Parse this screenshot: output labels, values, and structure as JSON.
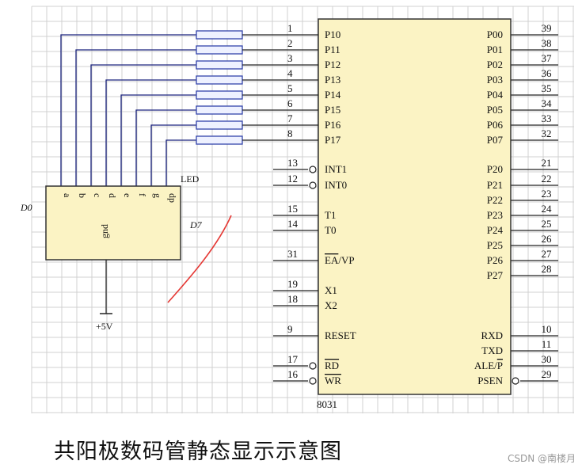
{
  "chip": {
    "part": "8031",
    "left_pins": [
      {
        "num": "1",
        "name": "P10"
      },
      {
        "num": "2",
        "name": "P11"
      },
      {
        "num": "3",
        "name": "P12"
      },
      {
        "num": "4",
        "name": "P13"
      },
      {
        "num": "5",
        "name": "P14"
      },
      {
        "num": "6",
        "name": "P15"
      },
      {
        "num": "7",
        "name": "P16"
      },
      {
        "num": "8",
        "name": "P17"
      },
      {
        "num": "13",
        "name": "INT1",
        "bubble": true
      },
      {
        "num": "12",
        "name": "INT0",
        "bubble": true
      },
      {
        "num": "15",
        "name": "T1"
      },
      {
        "num": "14",
        "name": "T0"
      },
      {
        "num": "31",
        "name": "EA/VP",
        "overline": "EA"
      },
      {
        "num": "19",
        "name": "X1"
      },
      {
        "num": "18",
        "name": "X2"
      },
      {
        "num": "9",
        "name": "RESET"
      },
      {
        "num": "17",
        "name": "RD",
        "bubble": true,
        "overline": "RD"
      },
      {
        "num": "16",
        "name": "WR",
        "bubble": true,
        "overline": "WR"
      }
    ],
    "right_pins": [
      {
        "num": "39",
        "name": "P00"
      },
      {
        "num": "38",
        "name": "P01"
      },
      {
        "num": "37",
        "name": "P02"
      },
      {
        "num": "36",
        "name": "P03"
      },
      {
        "num": "35",
        "name": "P04"
      },
      {
        "num": "34",
        "name": "P05"
      },
      {
        "num": "33",
        "name": "P06"
      },
      {
        "num": "32",
        "name": "P07"
      },
      {
        "num": "21",
        "name": "P20"
      },
      {
        "num": "22",
        "name": "P21"
      },
      {
        "num": "23",
        "name": "P22"
      },
      {
        "num": "24",
        "name": "P23"
      },
      {
        "num": "25",
        "name": "P24"
      },
      {
        "num": "26",
        "name": "P25"
      },
      {
        "num": "27",
        "name": "P26"
      },
      {
        "num": "28",
        "name": "P27"
      },
      {
        "num": "10",
        "name": "RXD"
      },
      {
        "num": "11",
        "name": "TXD"
      },
      {
        "num": "30",
        "name": "ALE/P",
        "overline": "P"
      },
      {
        "num": "29",
        "name": "PSEN",
        "bubble": true
      }
    ]
  },
  "led": {
    "label": "LED",
    "segments": [
      "a",
      "b",
      "c",
      "d",
      "e",
      "f",
      "g",
      "dp"
    ],
    "gnd_label": "gnd",
    "power_label": "+5V"
  },
  "annotations": {
    "d0": "D0",
    "d7": "D7"
  },
  "caption": "共阳极数码管静态显示示意图",
  "watermark": "CSDN @南楼月"
}
